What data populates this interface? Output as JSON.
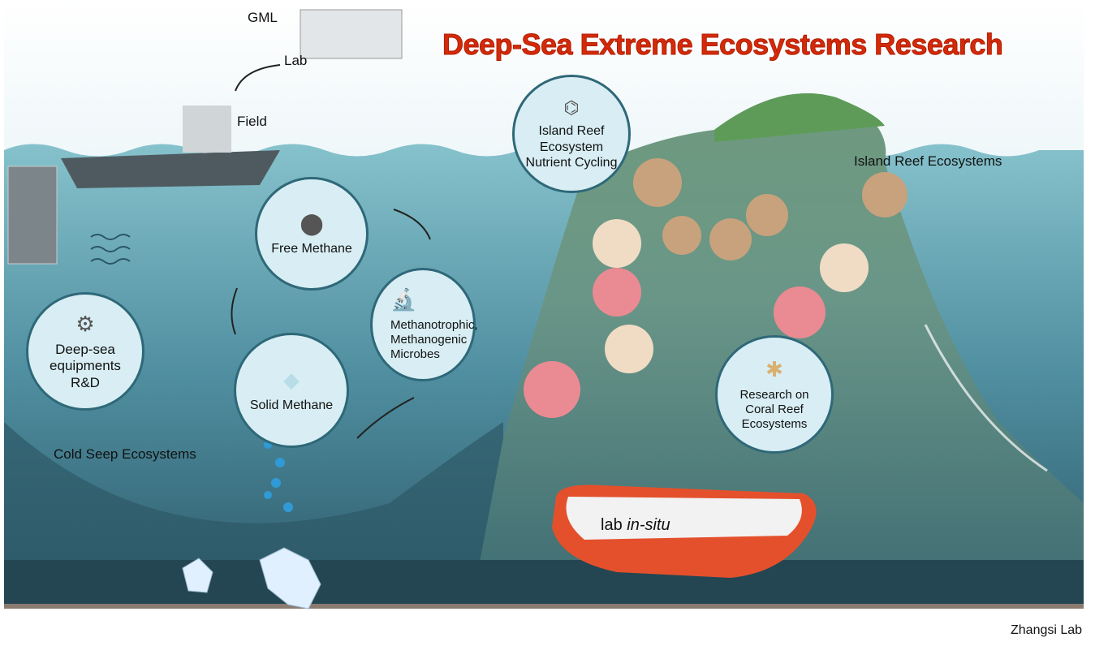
{
  "title": "Deep-Sea Extreme Ecosystems Research",
  "labels": {
    "gml": "GML",
    "lab": "Lab",
    "field": "Field",
    "island_reef_ecosystems": "Island Reef Ecosystems",
    "cold_seep_ecosystems": "Cold Seep Ecosystems",
    "lab_in_situ_prefix": "lab ",
    "lab_in_situ_italic": "in-situ"
  },
  "circles": {
    "free_methane": "Free Methane",
    "solid_methane": "Solid Methane",
    "microbes": [
      "Methanotrophic,",
      "Methanogenic",
      "Microbes"
    ],
    "equipment": [
      "Deep-sea",
      "equipments",
      "R&D"
    ],
    "nutrient": [
      "Island Reef",
      "Ecosystem",
      "Nutrient Cycling"
    ],
    "coral": [
      "Research on",
      "Coral Reef",
      "Ecosystems"
    ]
  },
  "credit": "Zhangsi Lab",
  "colors": {
    "title": "#d42a0a",
    "sea": "#5e9fb0",
    "deep": "#2e5f70",
    "mountain": "#5d8877",
    "sub": "#e4502c"
  }
}
